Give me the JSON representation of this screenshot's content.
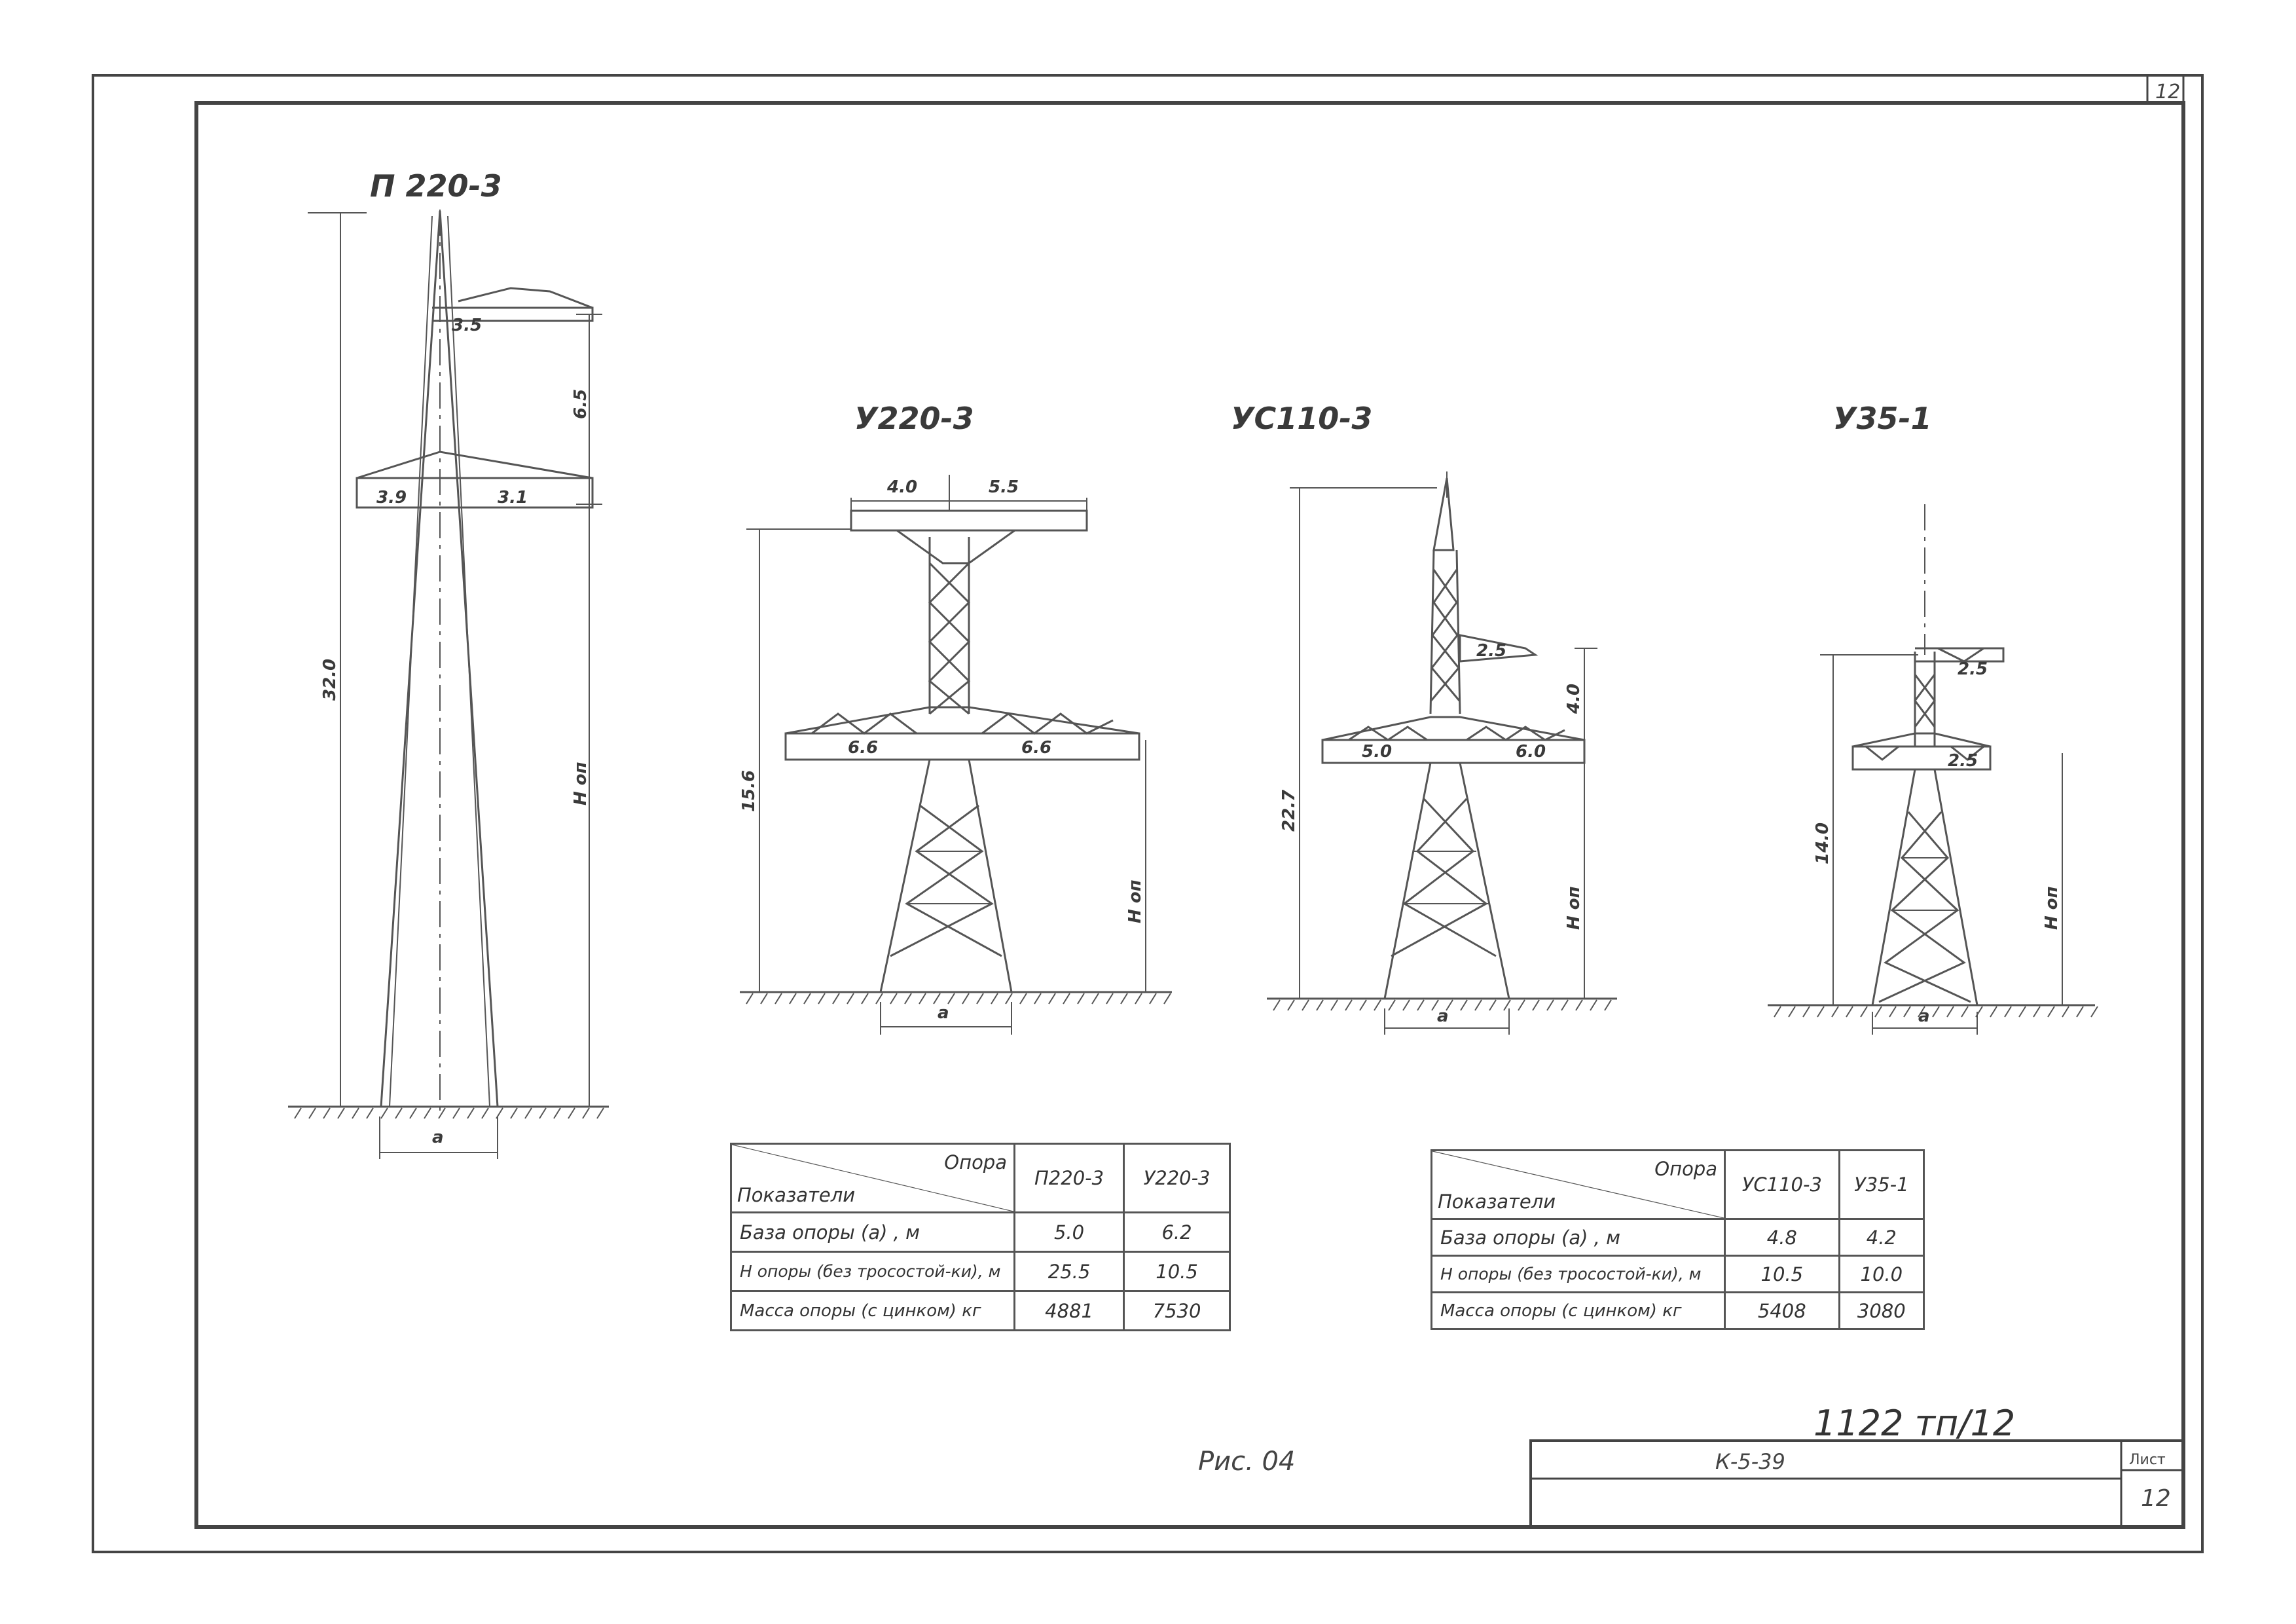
{
  "towers": {
    "p220": {
      "title": "П 220-3",
      "dim_top": "3.5",
      "dim_upper": "6.5",
      "dim_arm_left": "3.9",
      "dim_arm_right": "3.1",
      "dim_total": "32.0",
      "dim_h": "Н оп",
      "base": "a"
    },
    "u220": {
      "title": "У220-3",
      "dim_top_left": "4.0",
      "dim_top_right": "5.5",
      "dim_arm_left": "6.6",
      "dim_arm_right": "6.6",
      "dim_total": "15.6",
      "dim_h": "Н оп",
      "base": "a"
    },
    "us110": {
      "title": "УС110-3",
      "dim_upper": "4.0",
      "dim_top": "2.5",
      "dim_arm_left": "5.0",
      "dim_arm_right": "6.0",
      "dim_total": "22.7",
      "dim_h": "Н оп",
      "base": "a"
    },
    "u35": {
      "title": "У35-1",
      "dim_top": "2.5",
      "dim_arm": "2.5",
      "dim_total": "14.0",
      "dim_h": "Н оп",
      "base": "a"
    }
  },
  "table_left": {
    "header_top": "Опора",
    "header_bottom": "Показатели",
    "columns": [
      "П220-3",
      "У220-3"
    ],
    "rows": [
      {
        "label": "База опоры (a) , м",
        "values": [
          "5.0",
          "6.2"
        ]
      },
      {
        "label": "Н опоры (без тросостой-ки), м",
        "values": [
          "25.5",
          "10.5"
        ]
      },
      {
        "label": "Масса опоры (с цинком) кг",
        "values": [
          "4881",
          "7530"
        ]
      }
    ]
  },
  "table_right": {
    "header_top": "Опора",
    "header_bottom": "Показатели",
    "columns": [
      "УС110-3",
      "У35-1"
    ],
    "rows": [
      {
        "label": "База опоры (a) , м",
        "values": [
          "4.8",
          "4.2"
        ]
      },
      {
        "label": "Н опоры (без тросостой-ки), м",
        "values": [
          "10.5",
          "10.0"
        ]
      },
      {
        "label": "Масса опоры (с цинком) кг",
        "values": [
          "5408",
          "3080"
        ]
      }
    ]
  },
  "caption": "Рис. 04",
  "title_block": {
    "handwritten": "1122 тп/12",
    "code": "К-5-39",
    "sheet_label": "Лист",
    "sheet_no": "12"
  },
  "corner_sheet_no": "12"
}
